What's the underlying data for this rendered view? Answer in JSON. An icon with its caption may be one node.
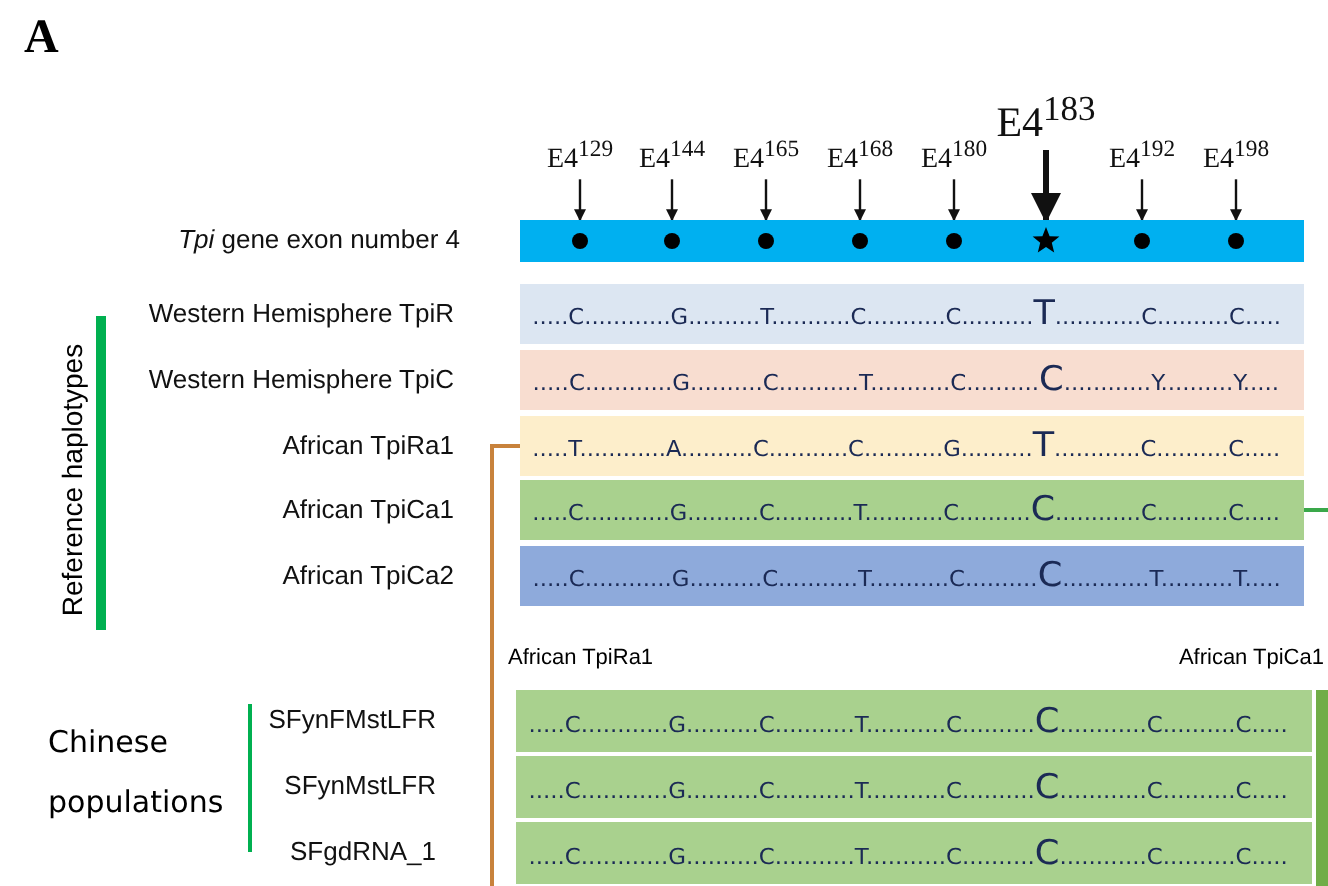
{
  "diagram": {
    "nodes": [
      {
        "text": [
          "E4$^{129}$"
        ]
      },
      {
        "text": [
          "E4$^{144}$"
        ]
      },
      {
        "text": [
          "E4$^{165}$"
        ]
      },
      {
        "text": [
          "E4$^{168}$"
        ]
      },
      {
        "text": [
          "E4$^{180}$"
        ]
      },
      {
        "text": [
          "E4$^{183}$"
        ]
      },
      {
        "text": [
          "E4$^{192}$"
        ]
      },
      {
        "text": [
          "E4$^{198}$"
        ]
      },
      {
        "text": [],
        "shape": "bar",
        "beside": [
          "*Tpi* gene exon number 4"
        ]
      },
      {
        "text": [
          ".....C............G..........T...........C...........C..........T............C..........C....."
        ],
        "beside": [
          "Western Hemisphere TpiR"
        ]
      },
      {
        "text": [
          ".....C............G..........C...........T...........C..........C............Y..........Y....."
        ],
        "beside": [
          "Western Hemisphere TpiC"
        ]
      },
      {
        "text": [
          ".....T............A..........C...........C...........G..........T............C..........C....."
        ],
        "beside": [
          "African TpiRa1"
        ]
      },
      {
        "text": [
          ".....C............G..........C...........T...........C..........C............C..........C....."
        ],
        "beside": [
          "African TpiCa1"
        ]
      },
      {
        "text": [
          ".....C............G..........C...........T...........C..........C............T..........T....."
        ],
        "beside": [
          "African TpiCa2"
        ]
      },
      {
        "text": [
          ".....C............G..........C...........T...........C..........C............C..........C....."
        ],
        "beside": [
          "SFynFMstLFR"
        ]
      },
      {
        "text": [
          ".....C............G..........C...........T...........C..........C............C..........C....."
        ],
        "beside": [
          "SFynMstLFR"
        ]
      },
      {
        "text": [
          ".....C............G..........C...........T...........C..........C............C..........C....."
        ],
        "beside": [
          "SFgdRNA_1"
        ]
      }
    ],
    "edges": [
      {
        "from": 0,
        "to": 8,
        "arrow": "to"
      },
      {
        "from": 1,
        "to": 8,
        "arrow": "to"
      },
      {
        "from": 2,
        "to": 8,
        "arrow": "to"
      },
      {
        "from": 3,
        "to": 8,
        "arrow": "to"
      },
      {
        "from": 4,
        "to": 8,
        "arrow": "to"
      },
      {
        "from": 5,
        "to": 8,
        "arrow": "to",
        "style": "thick"
      },
      {
        "from": 6,
        "to": 8,
        "arrow": "to"
      },
      {
        "from": 7,
        "to": 8,
        "arrow": "to"
      },
      {
        "from": 11,
        "to": null,
        "arrow": "none",
        "color": "#c8823c"
      },
      {
        "from": 12,
        "to": null,
        "arrow": "none",
        "color": "#3aa84a"
      }
    ],
    "labels": [
      "A",
      "Reference haplotypes",
      "Chinese populations",
      "African TpiRa1",
      "African TpiCa1"
    ]
  }
}
